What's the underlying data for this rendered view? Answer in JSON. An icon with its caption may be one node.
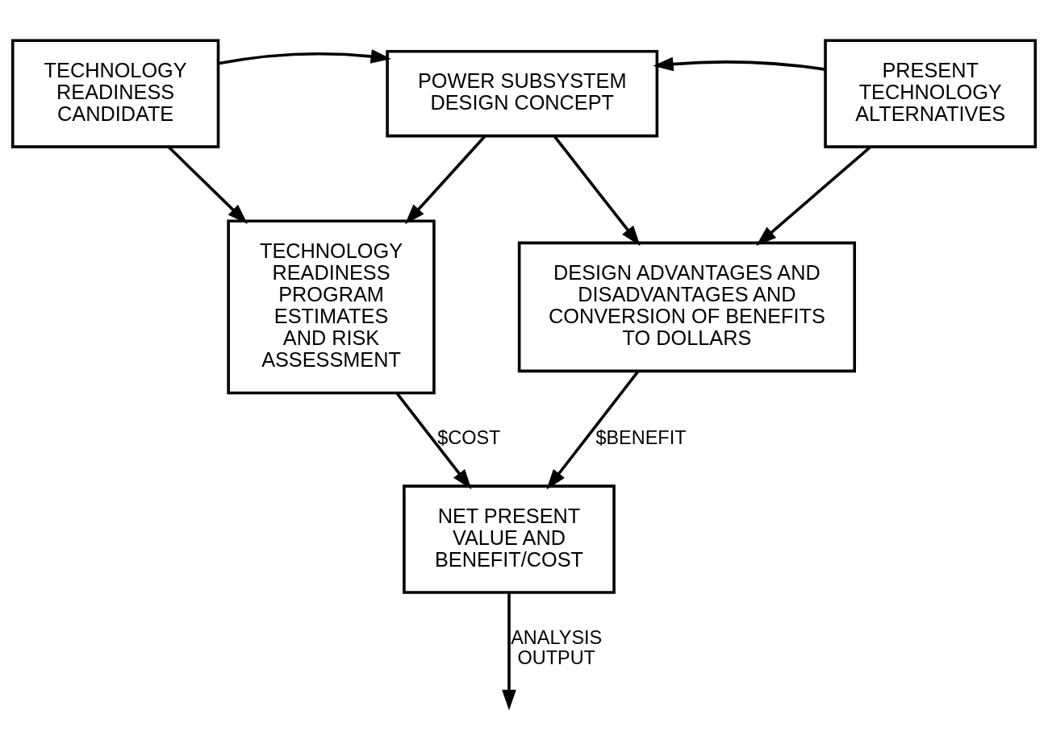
{
  "diagram": {
    "nodes": [
      {
        "text": [
          "TECHNOLOGY READINESS CANDIDATE"
        ]
      },
      {
        "text": [
          "POWER SUBSYSTEM DESIGN CONCEPT"
        ]
      },
      {
        "text": [
          "PRESENT TECHNOLOGY ALTERNATIVES"
        ]
      },
      {
        "text": [
          "TECHNOLOGY READINESS PROGRAM ESTIMATES AND RISK ASSESSMENT"
        ]
      },
      {
        "text": [
          "DESIGN ADVANTAGES AND DISADVANTAGES AND CONVERSION OF BENEFITS TO DOLLARS"
        ]
      },
      {
        "text": [
          "NET PRESENT VALUE AND BENEFIT/COST"
        ]
      }
    ],
    "edges": [
      {
        "from": 0,
        "to": 1,
        "arrow": "to"
      },
      {
        "from": 2,
        "to": 1,
        "arrow": "to"
      },
      {
        "from": 0,
        "to": 3,
        "arrow": "to"
      },
      {
        "from": 1,
        "to": 3,
        "arrow": "to"
      },
      {
        "from": 1,
        "to": 4,
        "arrow": "to"
      },
      {
        "from": 2,
        "to": 4,
        "arrow": "to"
      },
      {
        "from": 3,
        "to": 5,
        "label": "$COST",
        "arrow": "to"
      },
      {
        "from": 4,
        "to": 5,
        "label": "$BENEFIT",
        "arrow": "to"
      },
      {
        "from": 5,
        "to": null,
        "label": "ANALYSIS OUTPUT",
        "arrow": "to"
      }
    ]
  }
}
